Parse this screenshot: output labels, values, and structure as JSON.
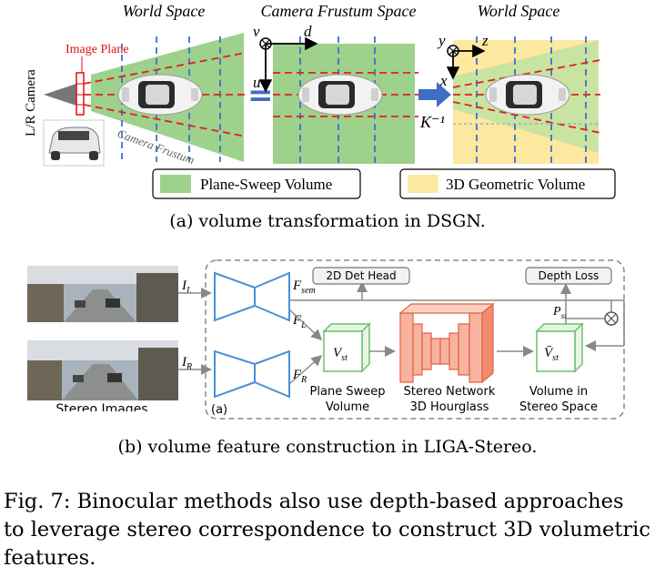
{
  "panel_a": {
    "titles": [
      "World Space",
      "Camera Frustum Space",
      "World Space"
    ],
    "camera_label": "L/R Camera",
    "image_plane_label": "Image Plane",
    "frustum_label": "Camera Frustum",
    "axes_mid": {
      "v": "v",
      "d": "d",
      "u": "u"
    },
    "axes_right": {
      "y": "y",
      "z": "z",
      "x": "x"
    },
    "equals": "=",
    "inverse_label": "K⁻¹",
    "legend": [
      "Plane-Sweep Volume",
      "3D Geometric Volume"
    ],
    "colors": {
      "psv": "#9ed18b",
      "geo": "#fde8a0",
      "arrow": "#3f6fc4"
    }
  },
  "caption_a": "(a)  volume transformation in DSGN.",
  "panel_b": {
    "inputs": [
      "𝓘L",
      "𝓘R"
    ],
    "input_L": "I",
    "input_L_sub": "L",
    "input_R": "I",
    "input_R_sub": "R",
    "feat_sem": "F",
    "feat_sem_sub": "sem",
    "feat_L": "F",
    "feat_L_sub": "L",
    "feat_R": "F",
    "feat_R_sub": "R",
    "det_head": "2D Det Head",
    "depth_loss": "Depth Loss",
    "p_st": "P",
    "p_st_sub": "st",
    "v_st": "V",
    "v_st_sub": "st",
    "vbar_st": "V̄",
    "vbar_st_sub": "st",
    "psv_label": [
      "Plane Sweep",
      "Volume"
    ],
    "stereo_label": [
      "Stereo Network",
      "3D Hourglass"
    ],
    "vol_label": [
      "Volume in",
      "Stereo Space"
    ],
    "stereo_images": "Stereo Images",
    "corner_tag": "(a)",
    "colors": {
      "encoder": "#4a8fd8",
      "volume": "#6cc06c",
      "hourglass": "#ee7a5a"
    }
  },
  "caption_b": "(b)  volume feature construction in LIGA-Stereo.",
  "figure_caption": [
    "Fig. 7: Binocular methods also use depth-based approaches",
    "to leverage stereo correspondence to construct 3D volumetric",
    "features."
  ]
}
